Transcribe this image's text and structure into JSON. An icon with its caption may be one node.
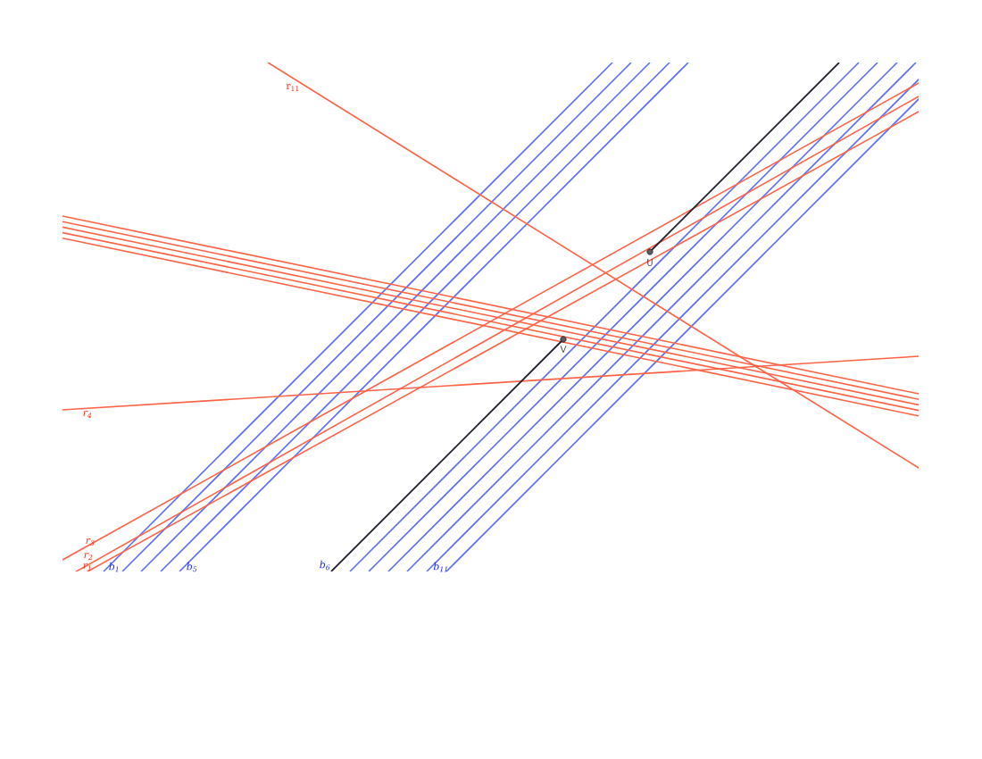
{
  "diagram": {
    "labels": [
      "r$_{11}$",
      "r$_{4}$",
      "r$_{3}$",
      "r$_{2}$",
      "r$_{1}$",
      "b$_{1}$",
      "b$_{5}$",
      "b$_{6}$",
      "b$_{11}$",
      "U",
      "V"
    ]
  }
}
